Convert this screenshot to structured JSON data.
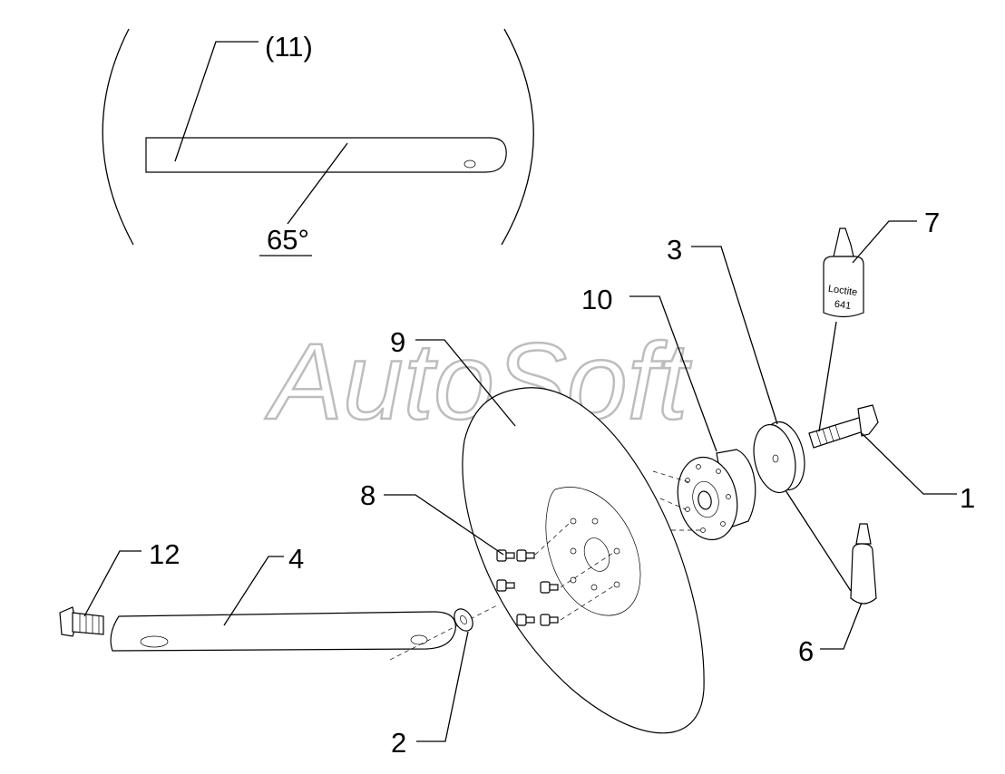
{
  "watermark": "AutoSoft",
  "detail": {
    "label": "(11)",
    "angle": "65°"
  },
  "callouts": {
    "p1": "1",
    "p2": "2",
    "p3": "3",
    "p4": "4",
    "p6": "6",
    "p7": "7",
    "p8": "8",
    "p9": "9",
    "p10": "10",
    "p12": "12"
  },
  "bottle": {
    "brand": "Loctite",
    "number": "641"
  }
}
